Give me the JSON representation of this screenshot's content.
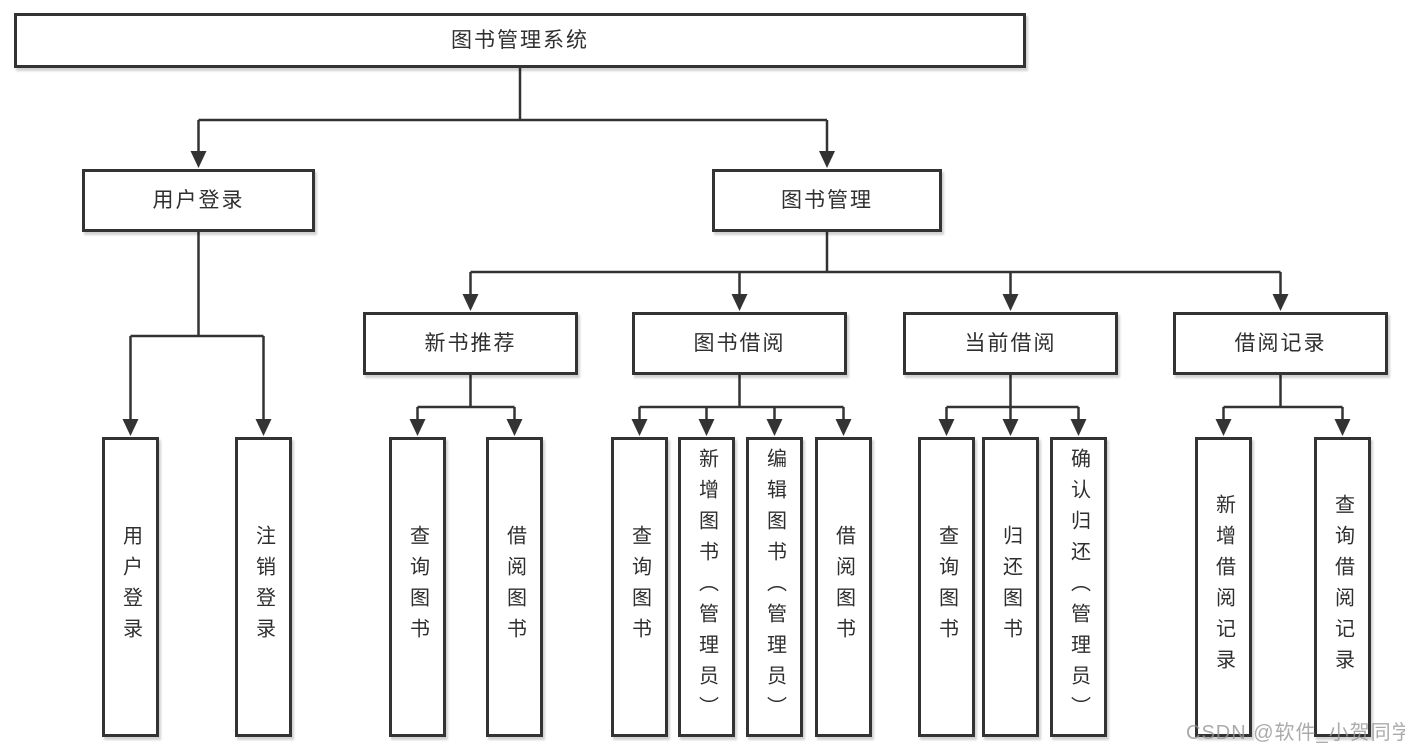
{
  "diagram": {
    "root": {
      "label": "图书管理系统"
    },
    "branches": [
      {
        "label": "用户登录",
        "children": [
          "用户登录",
          "注销登录"
        ]
      },
      {
        "label": "图书管理",
        "children": [
          {
            "label": "新书推荐",
            "children": [
              "查询图书",
              "借阅图书"
            ]
          },
          {
            "label": "图书借阅",
            "children": [
              "查询图书",
              "新增图书（管理员）",
              "编辑图书（管理员）",
              "借阅图书"
            ]
          },
          {
            "label": "当前借阅",
            "children": [
              "查询图书",
              "归还图书",
              "确认归还（管理员）"
            ]
          },
          {
            "label": "借阅记录",
            "children": [
              "新增借阅记录",
              "查询借阅记录"
            ]
          }
        ]
      }
    ]
  },
  "watermark": {
    "text": "CSDN @软件_小贺同学",
    "color": "#969696"
  },
  "colors": {
    "line": "#333333",
    "box_border": "#333333",
    "box_fill": "#ffffff",
    "text": "#2f2f2f",
    "background": "#ffffff"
  }
}
